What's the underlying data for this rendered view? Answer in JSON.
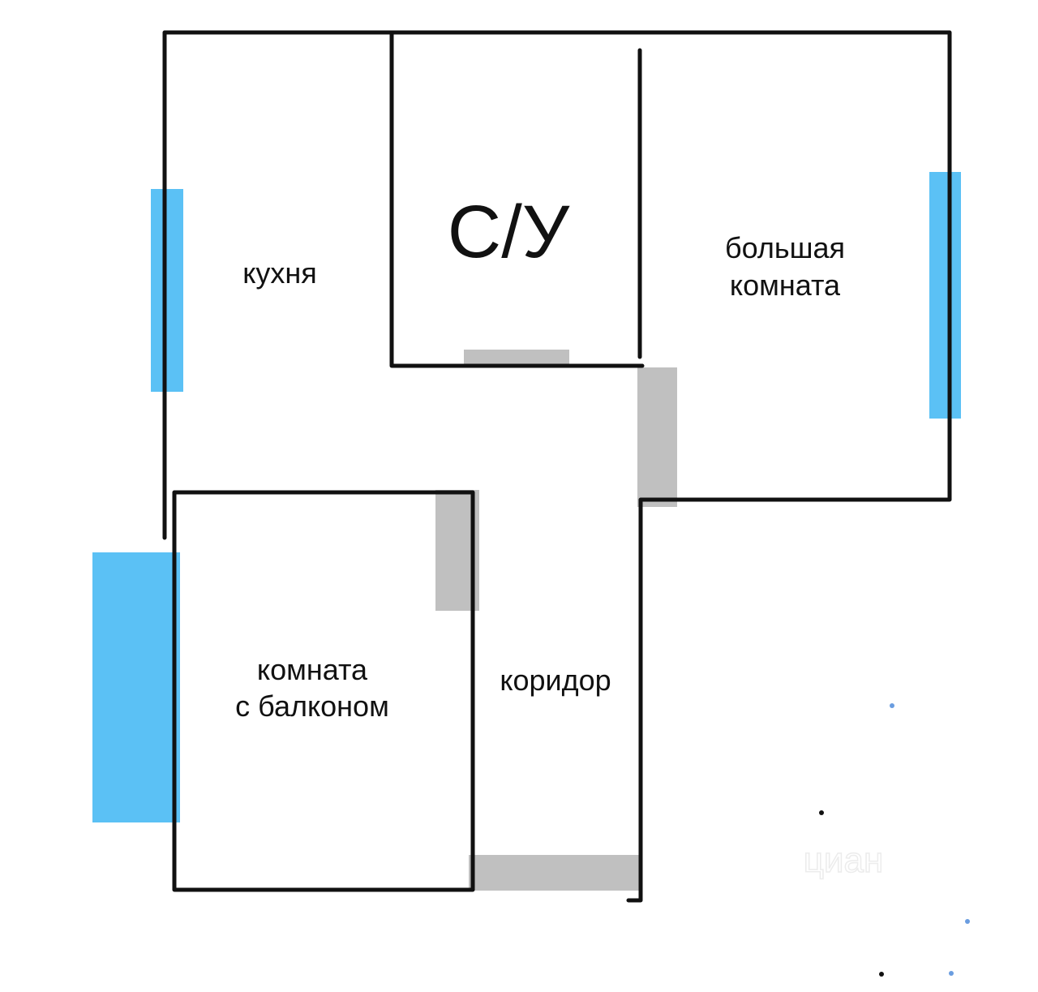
{
  "rooms": {
    "kitchen": "кухня",
    "bathroom": "С/У",
    "big_room_line1": "большая",
    "big_room_line2": "комната",
    "balcony_room_line1": "комната",
    "balcony_room_line2": "с балконом",
    "corridor": "коридор"
  },
  "watermark": "циан",
  "colors": {
    "wall": "#111111",
    "window": "#5bc1f5",
    "door": "#c0c0c0"
  }
}
